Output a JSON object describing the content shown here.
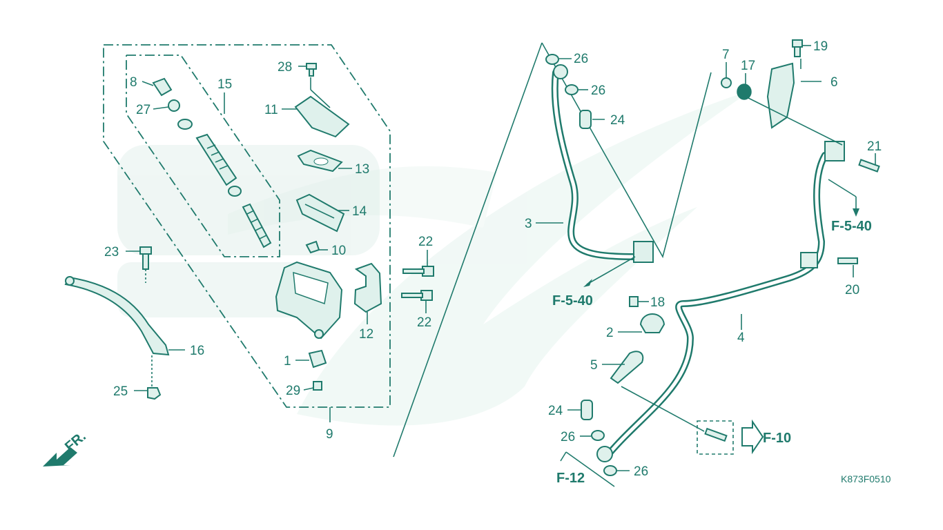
{
  "diagram_code": "K873F0510",
  "direction_label": "FR.",
  "colors": {
    "ink": "#1f7a6c",
    "part_fill": "#dff1ec",
    "watermark": "#e8f5f1"
  },
  "callouts": [
    "1",
    "2",
    "3",
    "4",
    "5",
    "6",
    "7",
    "8",
    "9",
    "10",
    "11",
    "12",
    "13",
    "14",
    "15",
    "16",
    "17",
    "18",
    "19",
    "20",
    "21",
    "22",
    "22",
    "23",
    "24",
    "24",
    "25",
    "26",
    "26",
    "26",
    "26",
    "27",
    "28",
    "29"
  ],
  "references": {
    "f540_a": "F-5-40",
    "f540_b": "F-5-40",
    "f10": "F-10",
    "f12": "F-12"
  },
  "labels": {
    "p1": "1",
    "p2": "2",
    "p3": "3",
    "p4": "4",
    "p5": "5",
    "p6": "6",
    "p7": "7",
    "p8": "8",
    "p9": "9",
    "p10": "10",
    "p11": "11",
    "p12": "12",
    "p13": "13",
    "p14": "14",
    "p15": "15",
    "p16": "16",
    "p17": "17",
    "p18": "18",
    "p19": "19",
    "p20": "20",
    "p21": "21",
    "p22a": "22",
    "p22b": "22",
    "p23": "23",
    "p24a": "24",
    "p24b": "24",
    "p25": "25",
    "p26a": "26",
    "p26b": "26",
    "p26c": "26",
    "p26d": "26",
    "p27": "27",
    "p28": "28",
    "p29": "29"
  }
}
